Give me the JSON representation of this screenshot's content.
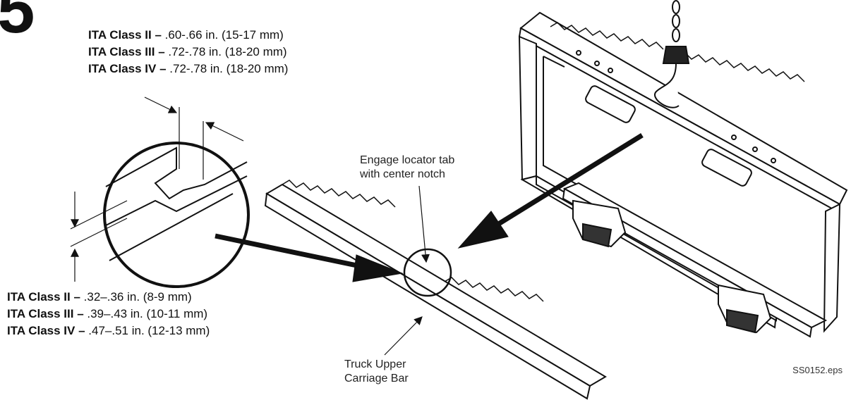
{
  "step_number": "5",
  "top_specs": [
    {
      "class": "ITA Class II –",
      "value": " .60-.66 in. (15-17 mm)"
    },
    {
      "class": "ITA Class III –",
      "value": " .72-.78 in. (18-20 mm)"
    },
    {
      "class": "ITA Class IV –",
      "value": " .72-.78 in. (18-20 mm)"
    }
  ],
  "bottom_specs": [
    {
      "class": "ITA Class II –",
      "value": " .32–.36 in. (8-9 mm)"
    },
    {
      "class": "ITA Class III –",
      "value": " .39–.43 in. (10-11 mm)"
    },
    {
      "class": "ITA Class IV –",
      "value": " .47–.51 in. (12-13 mm)"
    }
  ],
  "callouts": {
    "locator_line1": "Engage locator tab",
    "locator_line2": "with center notch",
    "bar_line1": "Truck Upper",
    "bar_line2": "Carriage Bar"
  },
  "file_ref": "SS0152.eps"
}
